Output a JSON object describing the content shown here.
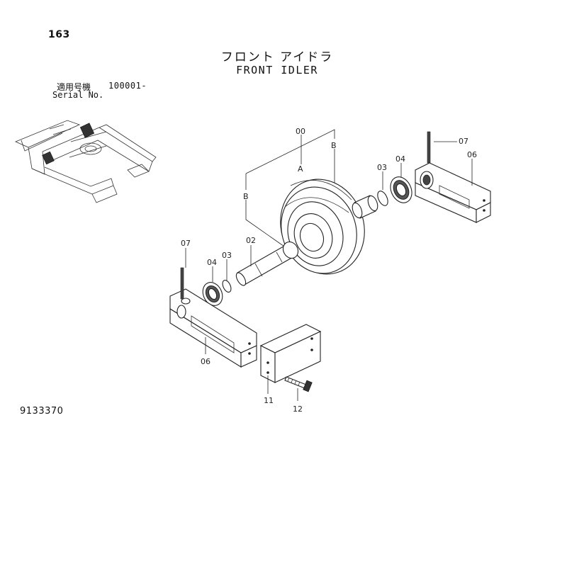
{
  "page": {
    "number": "163",
    "title_jp": "フロント アイドラ",
    "title_en": "FRONT IDLER",
    "serial_label_jp": "適用号機",
    "serial_range": "100001-",
    "serial_label_en": "Serial No.",
    "drawing_number": "9133370"
  },
  "callouts": {
    "p00": "00",
    "pA": "A",
    "pB_left": "B",
    "pB_right": "B",
    "p02": "02",
    "p03_left": "03",
    "p04_left": "04",
    "p07_left": "07",
    "p06_left": "06",
    "p03_right": "03",
    "p04_right": "04",
    "p07_right": "07",
    "p06_right": "06",
    "p11": "11",
    "p12": "12"
  }
}
